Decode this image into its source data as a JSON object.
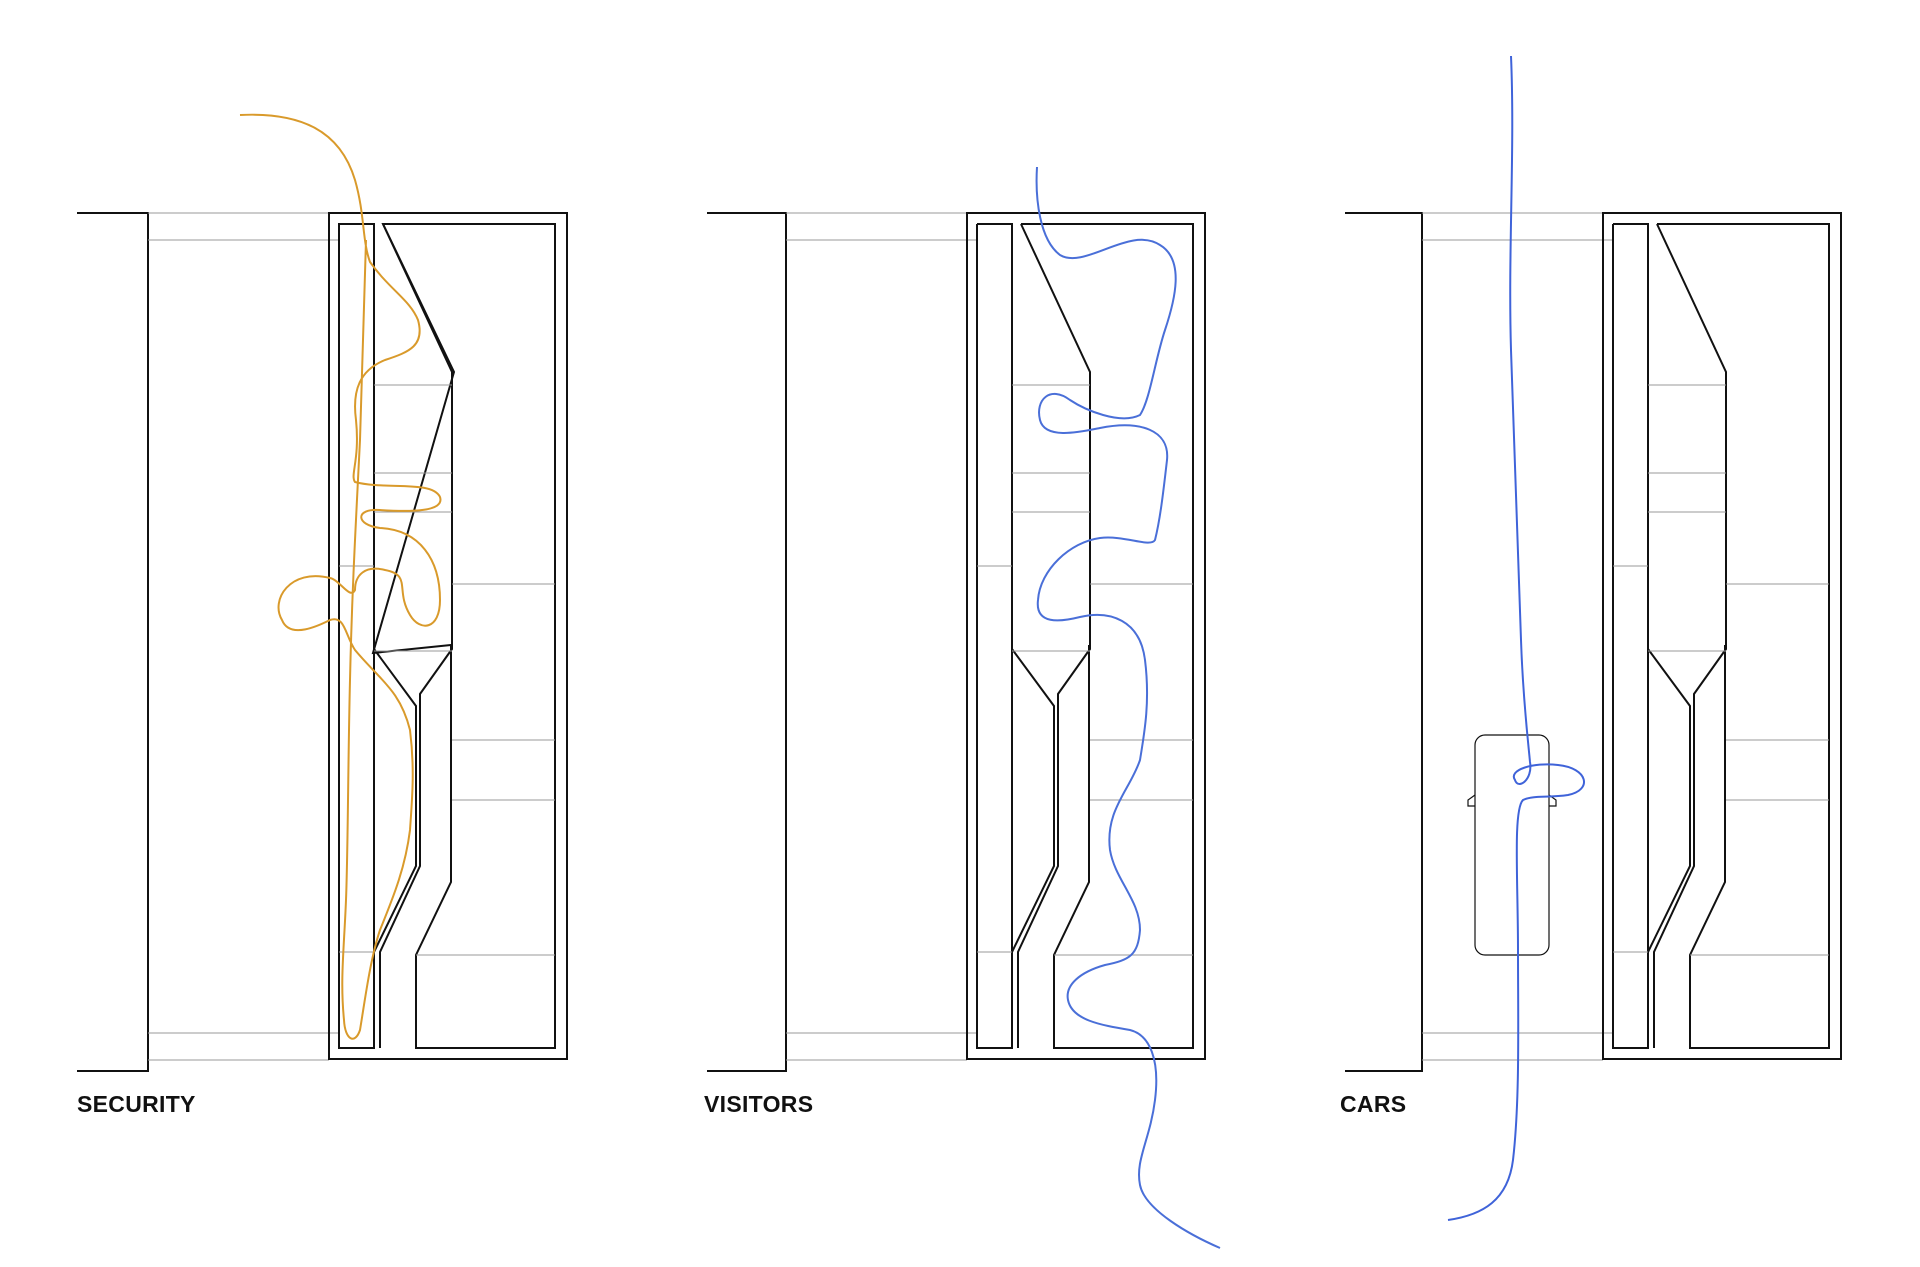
{
  "panels": [
    {
      "id": "security",
      "label": "SECURITY"
    },
    {
      "id": "visitors",
      "label": "VISITORS"
    },
    {
      "id": "cars",
      "label": "CARS"
    }
  ],
  "colors": {
    "security_path": "#d99a2b",
    "visitors_path": "#4a6fd8",
    "cars_path": "#3f63d9",
    "linework": "#111111",
    "thin_line": "#999999"
  }
}
